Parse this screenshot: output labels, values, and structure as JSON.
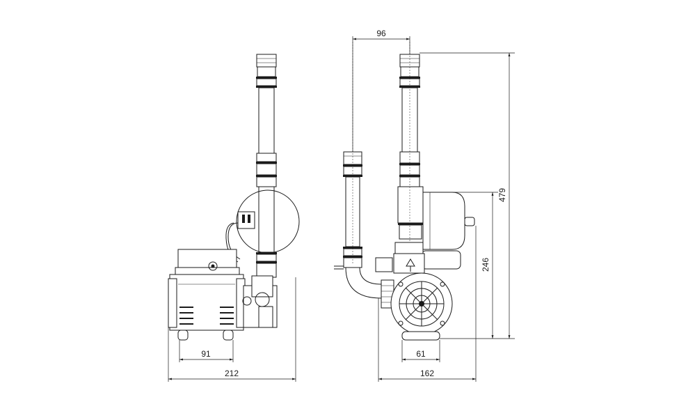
{
  "dimensions": {
    "front_width": "212",
    "front_foot_spacing": "91",
    "side_width": "162",
    "side_foot_spacing": "61",
    "inlet_offset": "96",
    "outlet_height": "246",
    "total_height": "479"
  }
}
